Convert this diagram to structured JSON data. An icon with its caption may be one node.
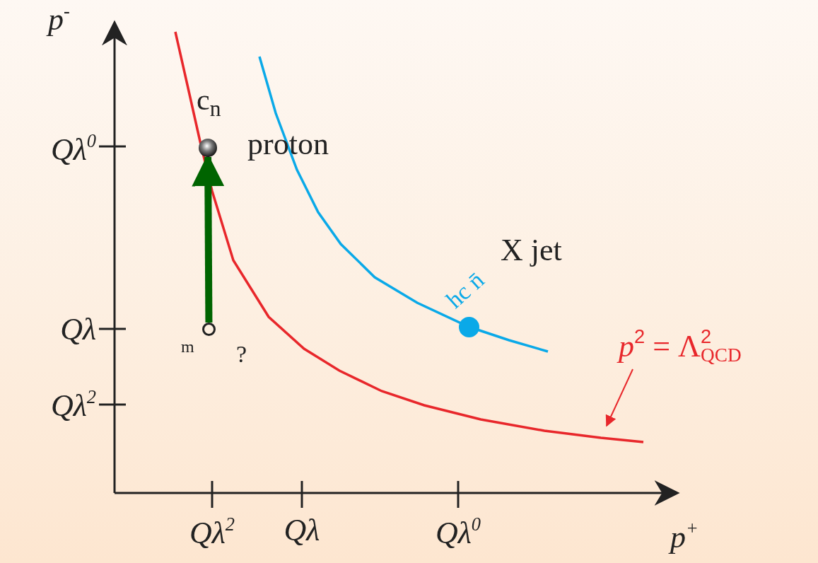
{
  "diagram": {
    "nodes": [
      {
        "text": [],
        "shape": "circle",
        "beside": [
          "c$_{n}$",
          "proton"
        ]
      },
      {
        "text": [],
        "shape": "circle",
        "beside": [
          "m",
          "?"
        ]
      },
      {
        "text": [],
        "shape": "circle",
        "beside": [
          "hc n̄",
          "X jet"
        ]
      },
      {
        "text": [
          "*p*$^{2}$ = Λ$^{2}$$_{QCD}$"
        ]
      }
    ],
    "edges": [
      {
        "from": 1,
        "to": 0,
        "arrow": "to",
        "style": "thick",
        "color": "#006400"
      },
      {
        "from": 3,
        "to": null,
        "arrow": "to",
        "color": "#e8272b"
      }
    ],
    "labels": [
      "p$^{-}$",
      "Qλ$^{0}$",
      "Qλ",
      "Qλ$^{2}$",
      "Qλ$^{2}$",
      "Qλ",
      "Qλ$^{0}$",
      "p$^{+}$"
    ]
  }
}
